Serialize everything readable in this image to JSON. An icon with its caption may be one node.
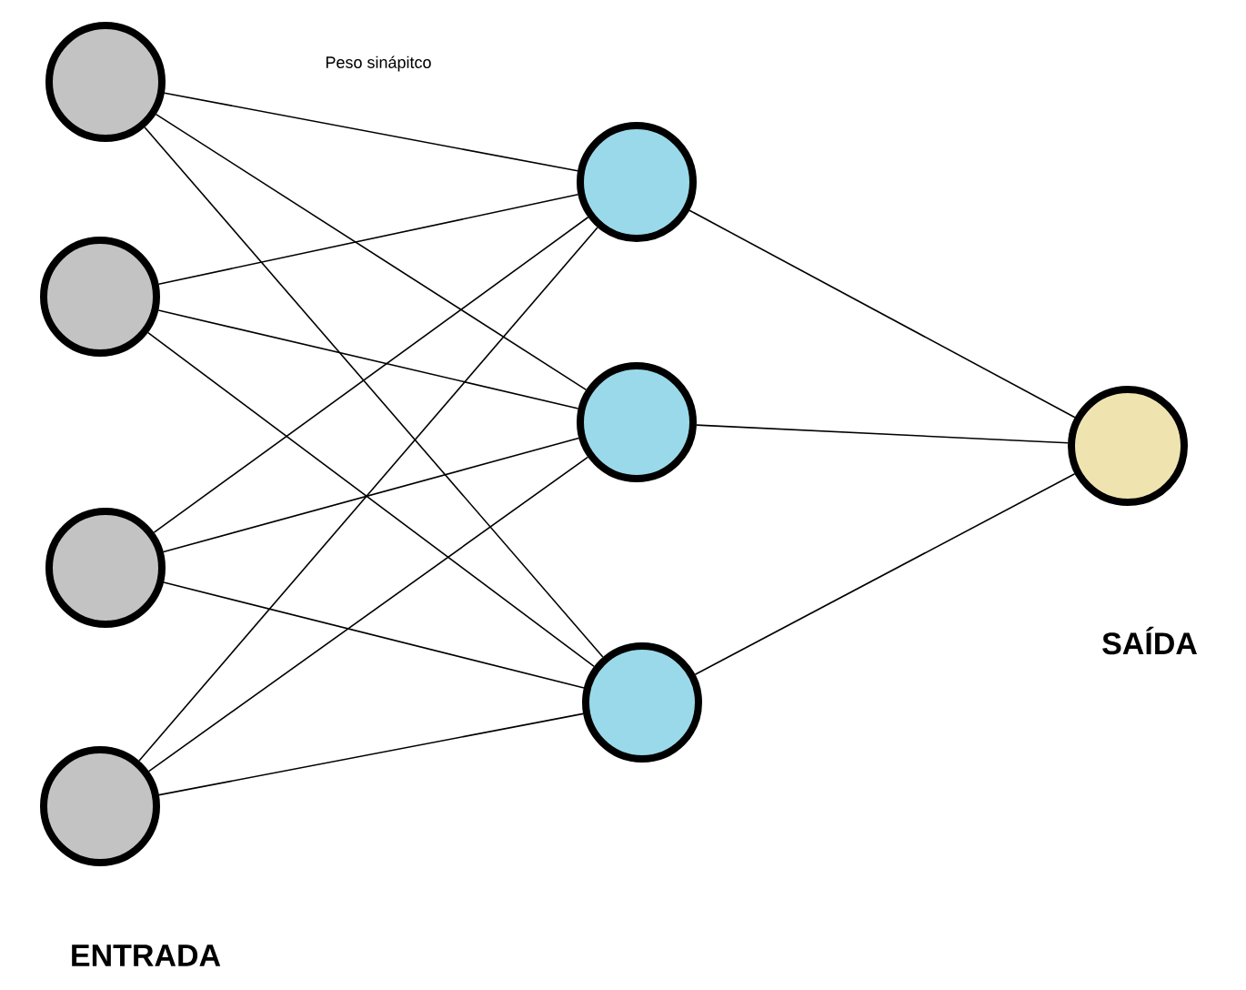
{
  "diagram": {
    "nodes": [
      {
        "text": [],
        "shape": "circle"
      },
      {
        "text": [],
        "shape": "circle"
      },
      {
        "text": [],
        "shape": "circle"
      },
      {
        "text": [],
        "shape": "circle"
      },
      {
        "text": [],
        "shape": "circle"
      },
      {
        "text": [],
        "shape": "circle"
      },
      {
        "text": [],
        "shape": "circle"
      },
      {
        "text": [],
        "shape": "circle"
      }
    ],
    "edges": [
      {
        "from": 0,
        "to": 4,
        "arrow": "none"
      },
      {
        "from": 0,
        "to": 5,
        "arrow": "none"
      },
      {
        "from": 0,
        "to": 6,
        "arrow": "none"
      },
      {
        "from": 1,
        "to": 4,
        "arrow": "none"
      },
      {
        "from": 1,
        "to": 5,
        "arrow": "none"
      },
      {
        "from": 1,
        "to": 6,
        "arrow": "none"
      },
      {
        "from": 2,
        "to": 4,
        "arrow": "none"
      },
      {
        "from": 2,
        "to": 5,
        "arrow": "none"
      },
      {
        "from": 2,
        "to": 6,
        "arrow": "none"
      },
      {
        "from": 3,
        "to": 4,
        "arrow": "none"
      },
      {
        "from": 3,
        "to": 5,
        "arrow": "none"
      },
      {
        "from": 3,
        "to": 6,
        "arrow": "none"
      },
      {
        "from": 4,
        "to": 7,
        "arrow": "none"
      },
      {
        "from": 5,
        "to": 7,
        "arrow": "none"
      },
      {
        "from": 6,
        "to": 7,
        "arrow": "none"
      }
    ],
    "labels": [
      "Peso sinápitco",
      "ENTRADA",
      "SAÍDA"
    ]
  }
}
